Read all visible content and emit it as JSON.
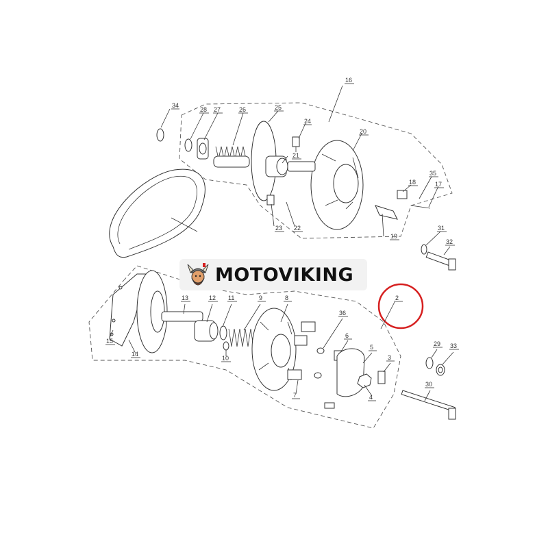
{
  "brand": {
    "name": "MOTOVIKING",
    "logo_icon": "viking-head-icon"
  },
  "highlight": {
    "label": "2",
    "color": "#d62020"
  },
  "colors": {
    "line": "#333333",
    "highlight": "#d62020",
    "banner_bg": "#f2f2f2"
  },
  "callouts": [
    "34",
    "28",
    "27",
    "26",
    "25",
    "24",
    "20",
    "16",
    "21",
    "18",
    "35",
    "17",
    "23",
    "22",
    "19",
    "31",
    "32",
    "13",
    "12",
    "11",
    "9",
    "8",
    "36",
    "6",
    "5",
    "3",
    "29",
    "33",
    "15",
    "14",
    "10",
    "7",
    "4",
    "30",
    "2"
  ]
}
